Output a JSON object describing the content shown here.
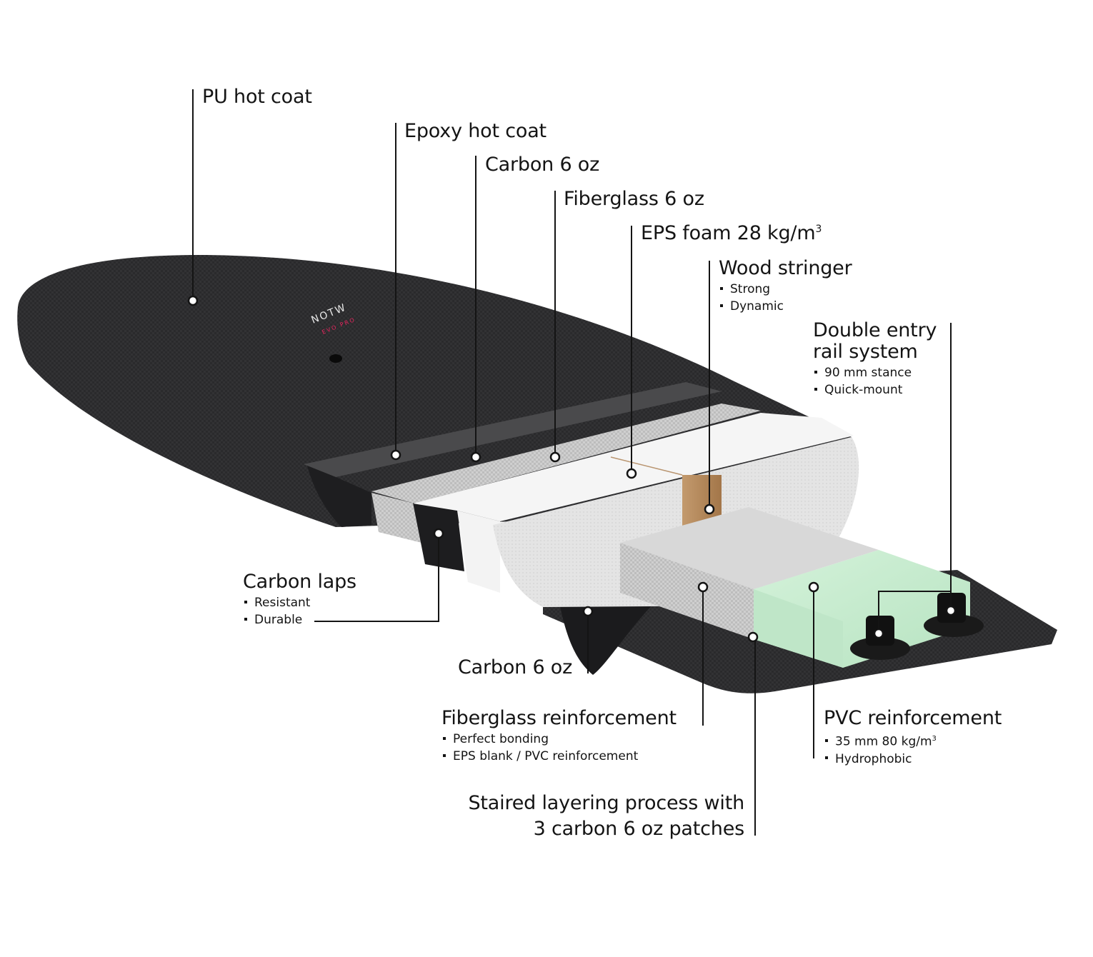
{
  "labels": {
    "pu_hot_coat": "PU hot coat",
    "epoxy_hot_coat": "Epoxy hot coat",
    "carbon_top": "Carbon 6 oz",
    "fiberglass": "Fiberglass 6 oz",
    "eps_foam": "EPS foam 28 kg/m",
    "eps_foam_sup": "3",
    "wood_stringer": "Wood stringer",
    "wood_stringer_bullets": [
      "Strong",
      "Dynamic"
    ],
    "double_entry_1": "Double entry",
    "double_entry_2": "rail system",
    "double_entry_bullets": [
      "90 mm stance",
      "Quick-mount"
    ],
    "carbon_laps": "Carbon laps",
    "carbon_laps_bullets": [
      "Resistant",
      "Durable"
    ],
    "carbon_bottom": "Carbon 6 oz",
    "fiberglass_reinf": "Fiberglass reinforcement",
    "fiberglass_reinf_bullets": [
      "Perfect bonding",
      "EPS blank / PVC reinforcement"
    ],
    "pvc_reinf": "PVC reinforcement",
    "pvc_reinf_bullet1": "35 mm 80 kg/m",
    "pvc_reinf_bullet1_sup": "3",
    "pvc_reinf_bullet2": "Hydrophobic",
    "staired_1": "Staired layering process with",
    "staired_2": "3 carbon 6 oz patches"
  },
  "board": {
    "brand": "NOTW",
    "model": "EVO PRO"
  },
  "colors": {
    "deck": "#2b2b2d",
    "rail": "#e8245e",
    "foam": "#e9e9e9",
    "pvc": "#c8ecd0",
    "stringer": "#b88a5e",
    "text": "#141414"
  }
}
